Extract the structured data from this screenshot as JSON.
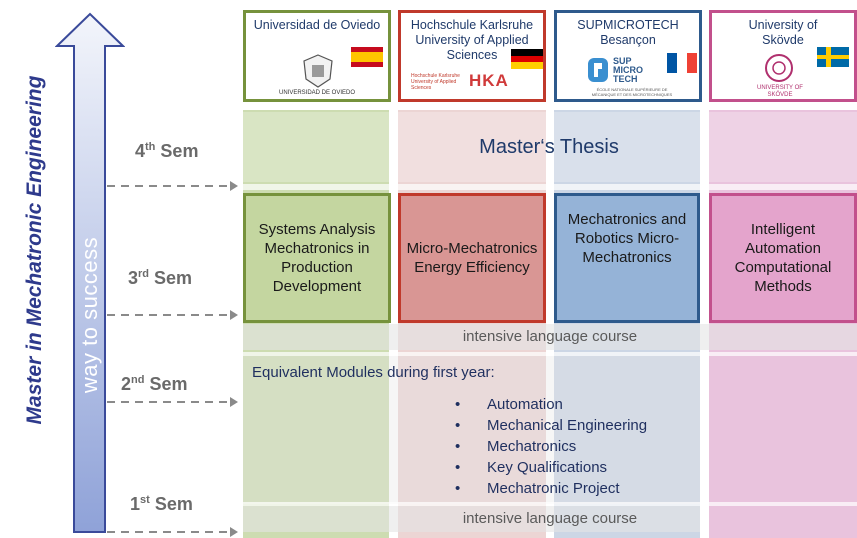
{
  "title": "Master in Mechatronic Engineering",
  "arrow_label": "way to success",
  "semesters": [
    {
      "num": "4",
      "suffix": "th",
      "label": "Sem"
    },
    {
      "num": "3",
      "suffix": "rd",
      "label": "Sem"
    },
    {
      "num": "2",
      "suffix": "nd",
      "label": "Sem"
    },
    {
      "num": "1",
      "suffix": "st",
      "label": "Sem"
    }
  ],
  "universities": [
    {
      "name": "Universidad de Oviedo",
      "logo_text": "UNIVERSIDAD DE OVIEDO",
      "flag": "spain-flag",
      "color": "#76923c"
    },
    {
      "name": "Hochschule Karlsruhe University of Applied Sciences",
      "logo_text": "HKA",
      "logo_small": "Hochschule Karlsruhe University of Applied Sciences",
      "flag": "germany-flag",
      "color": "#c0392b"
    },
    {
      "name": "SUPMICROTECH Besançon",
      "logo_text": "SUP MICRO TECH",
      "logo_small": "ÉCOLE NATIONALE SUPÉRIEURE DE MÉCANIQUE ET DES MICROTECHNIQUES",
      "flag": "france-flag",
      "color": "#2e5a8c"
    },
    {
      "name": "University of Skövde",
      "logo_text": "UNIVERSITY OF SKÖVDE",
      "flag": "sweden-flag",
      "color": "#c2508c"
    }
  ],
  "thesis": "Master‘s Thesis",
  "modules": [
    {
      "text": "Systems Analysis Mechatronics in Production Development"
    },
    {
      "text": "Micro-Mechatronics Energy Efficiency"
    },
    {
      "text": "Mechatronics and Robotics Micro-Mechatronics"
    },
    {
      "text": "Intelligent Automation Computational Methods"
    }
  ],
  "language_course": "intensive language course",
  "first_year": {
    "heading": "Equivalent Modules during first year:",
    "items": [
      "Automation",
      "Mechanical Engineering",
      "Mechatronics",
      "Key Qualifications",
      "Mechatronic Project"
    ]
  },
  "colors": {
    "green": "#c4d6a0",
    "red": "#e6b8b7",
    "blue": "#b8c9e0",
    "pink": "#e8b4d4",
    "mod_green": "#c4d6a0",
    "mod_red": "#d99694",
    "mod_blue": "#95b3d7",
    "mod_pink": "#e4a4cc",
    "title": "#2e3a8c"
  }
}
